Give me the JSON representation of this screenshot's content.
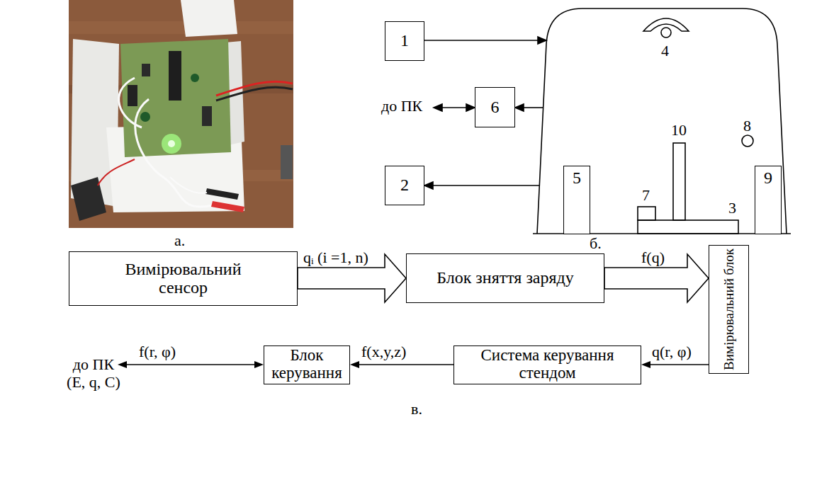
{
  "diagram": {
    "nodes": [
      {
        "text": [
          "1"
        ]
      },
      {
        "text": [
          "6"
        ]
      },
      {
        "text": [
          "2"
        ]
      },
      {
        "text": [
          "5"
        ]
      },
      {
        "text": [
          "9"
        ]
      },
      {
        "text": [
          "Вимірювальний сенсор"
        ]
      },
      {
        "text": [
          "Блок зняття заряду"
        ]
      },
      {
        "text": [
          "Вимірювальний блок"
        ]
      },
      {
        "text": [
          "Система керування стендом"
        ]
      },
      {
        "text": [
          "Блок керування"
        ]
      }
    ],
    "edges": [
      {
        "from": 5,
        "to": 6,
        "arrow": "to",
        "label": "qᵢ (i =1, n)"
      },
      {
        "from": 6,
        "to": 7,
        "arrow": "to",
        "label": "f(q)"
      },
      {
        "from": 7,
        "to": 8,
        "arrow": "to",
        "label": "q(r, φ)"
      },
      {
        "from": 8,
        "to": 9,
        "arrow": "to",
        "label": "f(x,y,z)"
      }
    ],
    "labels": [
      "а.",
      "б.",
      "в.",
      "до ПК",
      "4",
      "8",
      "10",
      "7",
      "3",
      "до ПК (E, q, C)",
      "f(r, φ)"
    ]
  }
}
